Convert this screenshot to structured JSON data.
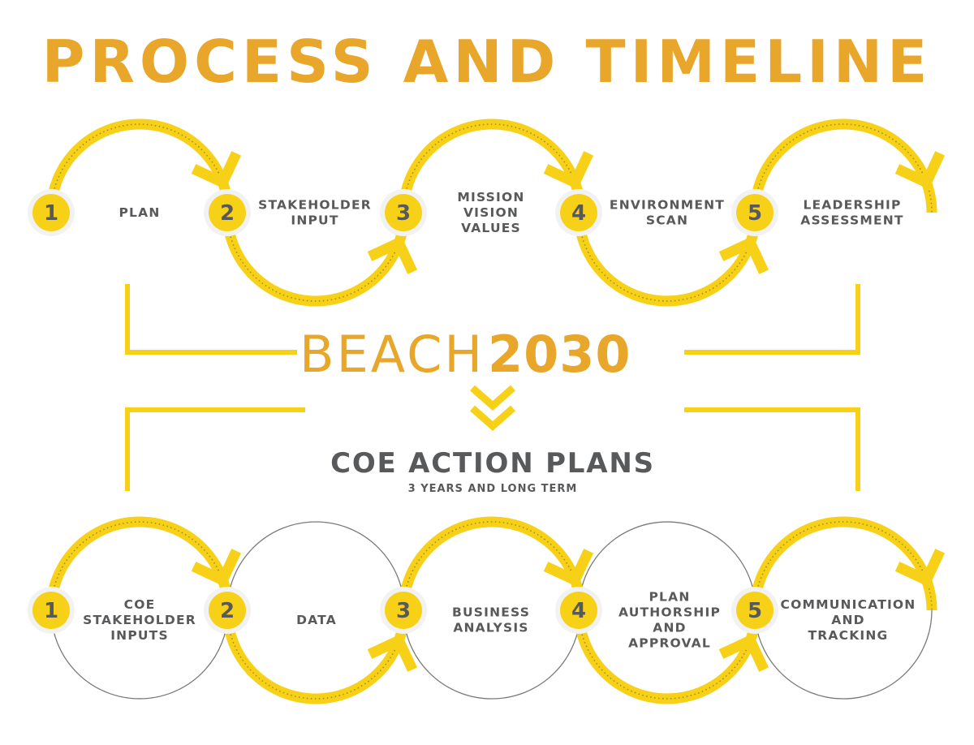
{
  "title": "PROCESS AND TIMELINE",
  "brand": {
    "prefix": "BEACH",
    "suffix": "2030"
  },
  "coe": {
    "title": "COE ACTION PLANS",
    "subtitle": "3 YEARS AND LONG TERM"
  },
  "top_steps": [
    {
      "num": "1",
      "lines": [
        "PLAN"
      ]
    },
    {
      "num": "2",
      "lines": [
        "STAKEHOLDER",
        "INPUT"
      ]
    },
    {
      "num": "3",
      "lines": [
        "MISSION",
        "VISION",
        "VALUES"
      ]
    },
    {
      "num": "4",
      "lines": [
        "ENVIRONMENT",
        "SCAN"
      ]
    },
    {
      "num": "5",
      "lines": [
        "LEADERSHIP",
        "ASSESSMENT"
      ]
    }
  ],
  "bottom_steps": [
    {
      "num": "1",
      "lines": [
        "COE",
        "STAKEHOLDER",
        "INPUTS"
      ]
    },
    {
      "num": "2",
      "lines": [
        "DATA"
      ]
    },
    {
      "num": "3",
      "lines": [
        "BUSINESS",
        "ANALYSIS"
      ]
    },
    {
      "num": "4",
      "lines": [
        "PLAN",
        "AUTHORSHIP",
        "AND",
        "APPROVAL"
      ]
    },
    {
      "num": "5",
      "lines": [
        "COMMUNICATION",
        "AND",
        "TRACKING"
      ]
    }
  ],
  "colors": {
    "yellow": "#f7d117",
    "orange": "#e8a62a",
    "gray": "#58595b",
    "dark_dots": "#a8891a"
  }
}
